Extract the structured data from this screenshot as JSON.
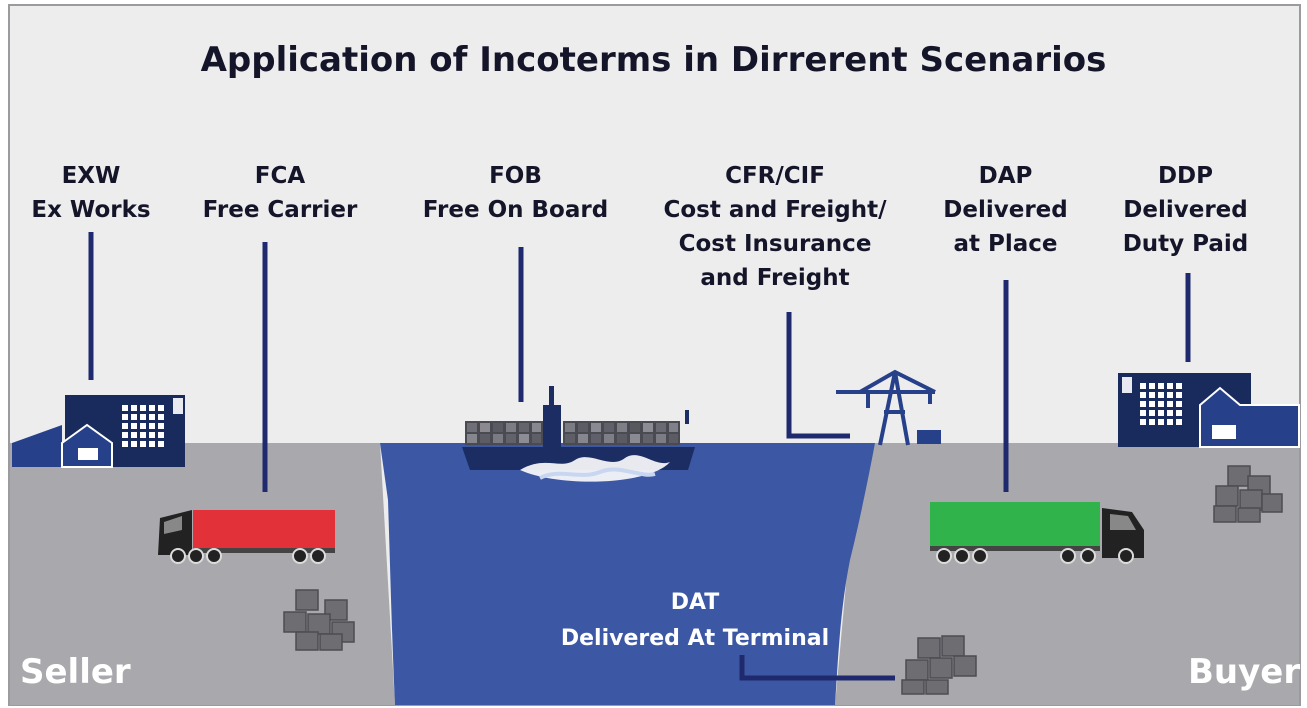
{
  "title": "Application of Incoterms in Dirrerent Scenarios",
  "terms": [
    {
      "code": "EXW",
      "lines": [
        "Ex Works"
      ]
    },
    {
      "code": "FCA",
      "lines": [
        "Free Carrier"
      ]
    },
    {
      "code": "FOB",
      "lines": [
        "Free On Board"
      ]
    },
    {
      "code": "CFR/CIF",
      "lines": [
        "Cost and Freight/",
        "Cost Insurance",
        "and Freight"
      ]
    },
    {
      "code": "DAP",
      "lines": [
        "Delivered",
        "at Place"
      ]
    },
    {
      "code": "DDP",
      "lines": [
        "Delivered",
        "Duty Paid"
      ]
    }
  ],
  "dat": {
    "code": "DAT",
    "name": "Delivered At Terminal"
  },
  "seller": "Seller",
  "buyer": "Buyer",
  "colors": {
    "ground": "#a9a9ad",
    "sky": "#ededee",
    "water": "#3c57a3",
    "navy": "#192a5c",
    "line": "#1f2a6e",
    "red_trailer": "#e3313a",
    "green_trailer": "#2fb34a",
    "box": "#6d6d72"
  },
  "icons": [
    "factory-icon",
    "truck-icon",
    "ship-icon",
    "crane-icon",
    "boxes-icon"
  ]
}
